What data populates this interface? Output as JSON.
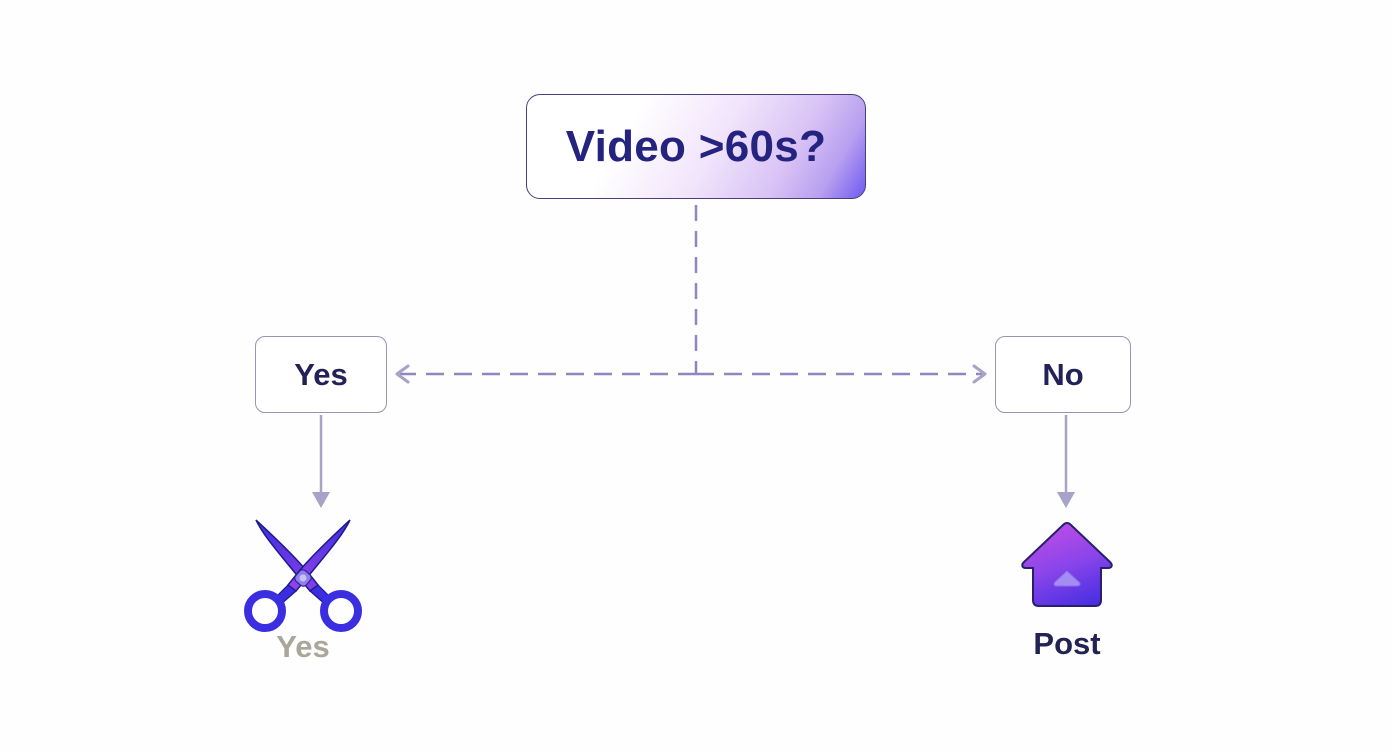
{
  "diagram": {
    "type": "decision-flowchart",
    "decision": {
      "label": "Video >60s?"
    },
    "branches": [
      {
        "id": "yes",
        "label": "Yes"
      },
      {
        "id": "no",
        "label": "No"
      }
    ],
    "outcomes": [
      {
        "branch": "yes",
        "icon": "scissors-icon",
        "label": "Yes"
      },
      {
        "branch": "no",
        "icon": "house-icon",
        "label": "Post"
      }
    ],
    "edges": [
      {
        "from": "decision",
        "to": "yes",
        "style": "dashed"
      },
      {
        "from": "decision",
        "to": "no",
        "style": "dashed"
      },
      {
        "from": "yes",
        "to": "scissors-outcome",
        "style": "solid"
      },
      {
        "from": "no",
        "to": "post-outcome",
        "style": "solid"
      }
    ]
  },
  "colors": {
    "text_primary": "#24237f",
    "text_dark": "#222259",
    "text_muted": "#a9a69a",
    "connector": "#8f88bd",
    "arrow": "#a7a3c8",
    "box_border": "#9a93b3",
    "accent_purple": "#7b3fe4",
    "accent_blue": "#3a2ee0"
  }
}
